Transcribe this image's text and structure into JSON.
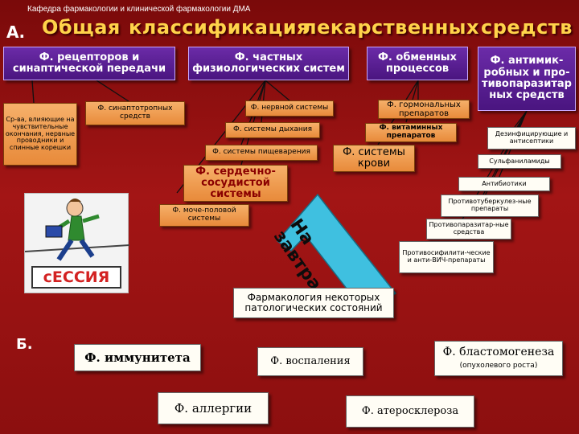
{
  "header": {
    "department": "Кафедра фармакологии и клинической фармакологии ДМА"
  },
  "section_a": {
    "marker": "А.",
    "title_words": [
      "Общая",
      "классификация",
      "лекарственных",
      "средств"
    ],
    "level1": {
      "receptors": "Ф. рецепторов и синаптической передачи",
      "physiological": "Ф. частных физиологических систем",
      "metabolic": "Ф. обменных процессов",
      "antimicrobial": "Ф. антимик-робных и про-тивопаразитар ных средств"
    },
    "receptors_children": {
      "nerve_endings": "Ср-ва, влияющие на чувствительные окончания, нервные проводники и спинные корешки",
      "synaptotropic": "Ф. синаптотропных средств"
    },
    "physiological_children": {
      "nervous": "Ф. нервной системы",
      "respiration": "Ф. системы дыхания",
      "digestion": "Ф. системы пищеварения",
      "cardio": "Ф. сердечно-сосудистой системы",
      "urogenital": "Ф. моче-половой системы",
      "blood": "Ф. системы крови"
    },
    "metabolic_children": {
      "hormonal": "Ф. гормональных препаратов",
      "vitamin": "Ф. витаминных препаратов"
    },
    "antimicrobial_children": [
      "Дезинфицирующие и антисептики",
      "Сульфаниламиды",
      "Антибиотики",
      "Противотуберкулез-ные препараты",
      "Противопаразитар-ные средства",
      "Противосифилити-ческие и анти-ВИЧ-препараты"
    ],
    "tomorrow_arrow": "На завтра…",
    "session_sign": "сЕССИЯ",
    "pathology": "Фармакология некоторых патологических состояний"
  },
  "section_b": {
    "marker": "Б.",
    "immunity": "Ф. иммунитета",
    "inflammation": "Ф. воспаления",
    "blastomogenesis": "Ф. бластомогенеза",
    "blastomogenesis_note": "(опухолевого роста)",
    "allergy": "Ф. аллергии",
    "atherosclerosis": "Ф. атеросклероза"
  },
  "colors": {
    "background": "#a31515",
    "title": "#ffd34a",
    "purple_box": "#5a1d95",
    "orange_box": "#f0a050",
    "white_box": "#fffdf5",
    "arrow": "#3fc0e0"
  }
}
